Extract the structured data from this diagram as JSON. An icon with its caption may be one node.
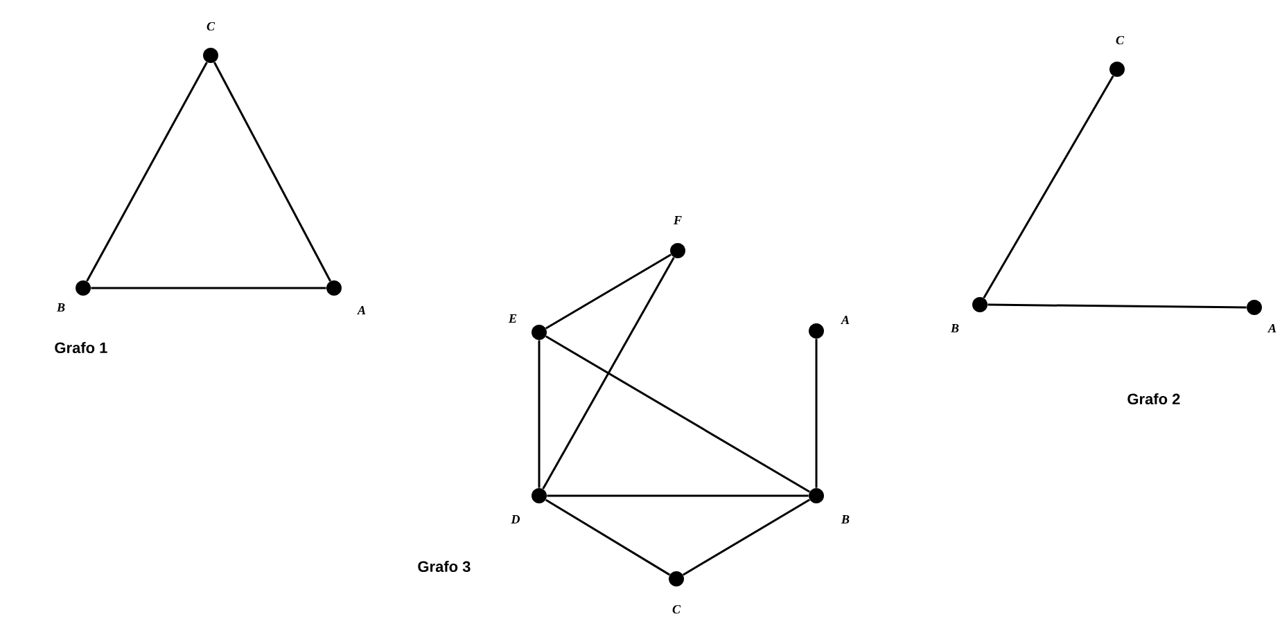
{
  "diagram": {
    "nodes": [
      {
        "text": [
          "C"
        ]
      },
      {
        "text": [
          "B"
        ]
      },
      {
        "text": [
          "A"
        ]
      },
      {
        "text": [
          "F"
        ]
      },
      {
        "text": [
          "E"
        ]
      },
      {
        "text": [
          "A"
        ]
      },
      {
        "text": [
          "D"
        ]
      },
      {
        "text": [
          "B"
        ]
      },
      {
        "text": [
          "C"
        ]
      },
      {
        "text": [
          "C"
        ]
      },
      {
        "text": [
          "B"
        ]
      },
      {
        "text": [
          "A"
        ]
      }
    ],
    "edges": [
      {
        "from": 0,
        "to": 1,
        "arrow": "none"
      },
      {
        "from": 1,
        "to": 2,
        "arrow": "none"
      },
      {
        "from": 2,
        "to": 0,
        "arrow": "none"
      },
      {
        "from": 4,
        "to": 3,
        "arrow": "none"
      },
      {
        "from": 3,
        "to": 6,
        "arrow": "none"
      },
      {
        "from": 4,
        "to": 6,
        "arrow": "none"
      },
      {
        "from": 4,
        "to": 7,
        "arrow": "none"
      },
      {
        "from": 6,
        "to": 7,
        "arrow": "none"
      },
      {
        "from": 5,
        "to": 7,
        "arrow": "none"
      },
      {
        "from": 6,
        "to": 8,
        "arrow": "none"
      },
      {
        "from": 8,
        "to": 7,
        "arrow": "none"
      },
      {
        "from": 10,
        "to": 9,
        "arrow": "none"
      },
      {
        "from": 10,
        "to": 11,
        "arrow": "none"
      }
    ],
    "labels": [
      "Grafo 1",
      "Grafo 3",
      "Grafo 2"
    ]
  }
}
